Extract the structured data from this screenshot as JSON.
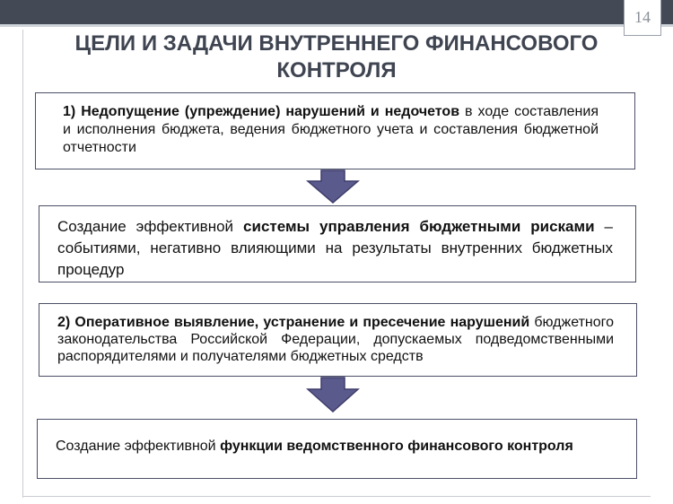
{
  "slide": {
    "page_number": "14",
    "title": "ЦЕЛИ И ЗАДАЧИ ВНУТРЕННЕГО ФИНАНСОВОГО КОНТРОЛЯ"
  },
  "box1": {
    "bold": "1) Недопущение (упреждение) нарушений и недочетов",
    "text": " в ходе составления и исполнения бюджета, ведения бюджетного учета и составления бюджетной отчетности"
  },
  "box2": {
    "prefix": "Создание эффективной ",
    "bold": "системы управления бюджетными рисками",
    "text": " – событиями, негативно влияющими на результаты внутренних бюджетных процедур"
  },
  "box3": {
    "bold": "2) Оперативное выявление, устранение и пресечение  нарушений",
    "text": " бюджетного законодательства Российской Федерации, допускаемых подведомственными распорядителями и получателями бюджетных средств"
  },
  "box4": {
    "prefix": "Создание эффективной ",
    "bold": "функции ведомственного финансового контроля"
  },
  "colors": {
    "arrow_fill": "#5b5a8c",
    "arrow_stroke": "#3e3d6b",
    "box_border": "#4b4f66",
    "title_color": "#3f4451",
    "topbar": "#444a55"
  }
}
